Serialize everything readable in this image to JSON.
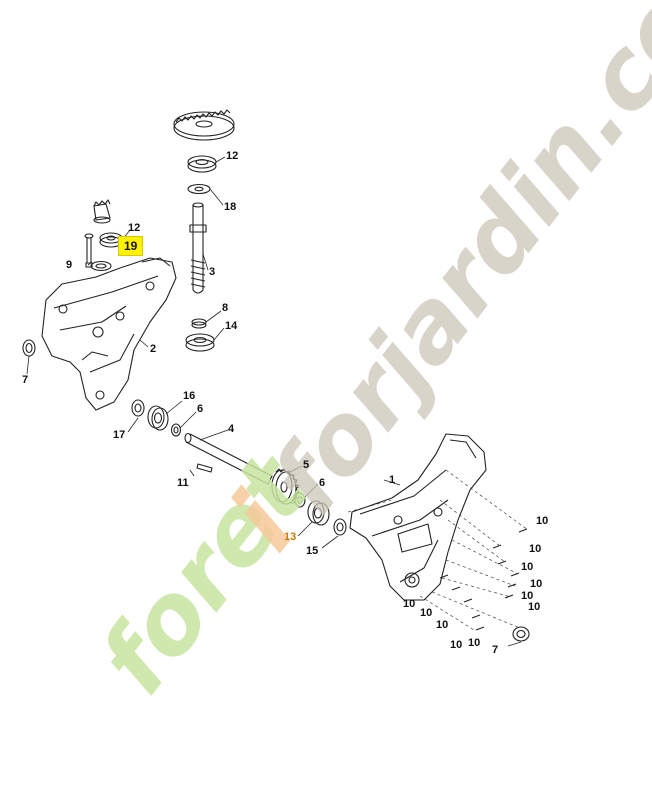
{
  "callouts": {
    "c1": "1",
    "c2": "2",
    "c3": "3",
    "c4": "4",
    "c5": "5",
    "c6a": "6",
    "c6b": "6",
    "c7a": "7",
    "c7b": "7",
    "c8": "8",
    "c9": "9",
    "c10a": "10",
    "c10b": "10",
    "c10c": "10",
    "c10d": "10",
    "c10e": "10",
    "c10f": "10",
    "c10g": "10",
    "c10h": "10",
    "c10i": "10",
    "c11": "11",
    "c12a": "12",
    "c12b": "12",
    "c13": "13",
    "c14": "14",
    "c15": "15",
    "c16": "16",
    "c17": "17",
    "c18": "18",
    "c19": "19"
  },
  "watermark": {
    "green_text": "forjardin.com",
    "letter_foret": "foret",
    "letter_accent": "i",
    "colors": {
      "green": "#c7e4a0",
      "orange": "#f6c99a",
      "gray": "#cdc6b8"
    }
  },
  "colors": {
    "highlight": "#fff200",
    "line": "#222222"
  }
}
